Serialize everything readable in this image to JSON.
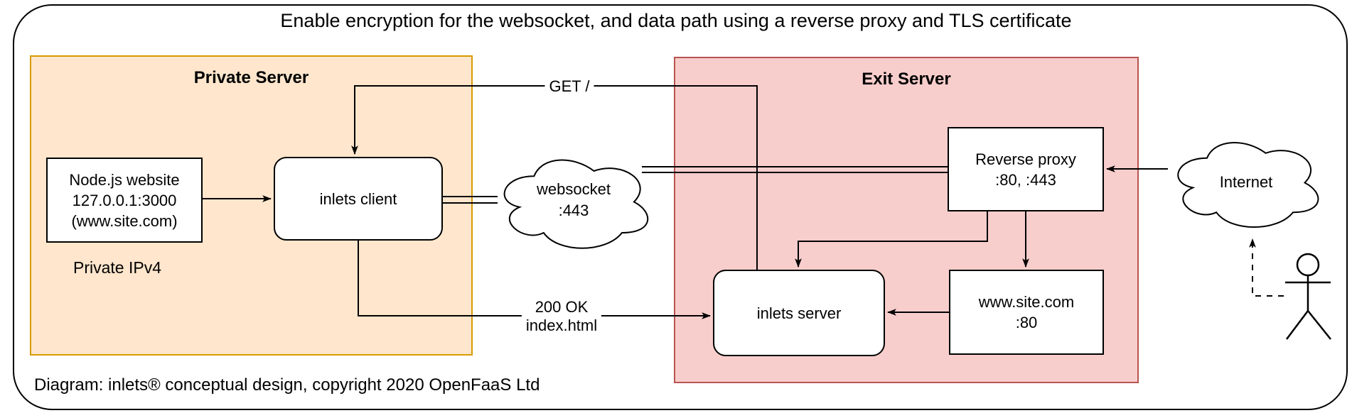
{
  "title": "Enable encryption for the websocket, and data path using a reverse proxy and TLS certificate",
  "footer": "Diagram: inlets® conceptual design, copyright 2020 OpenFaaS Ltd",
  "colors": {
    "private_server_fill": "#FFE6CC",
    "private_server_border": "#D79B00",
    "exit_server_fill": "#F8CECC",
    "exit_server_border": "#B85450",
    "line": "#000000",
    "node_fill": "#FFFFFF"
  },
  "groups": {
    "private_server": {
      "label": "Private Server",
      "note": "Private IPv4"
    },
    "exit_server": {
      "label": "Exit Server"
    }
  },
  "nodes": {
    "nodejs_website": {
      "line1": "Node.js website",
      "line2": "127.0.0.1:3000",
      "line3": "(www.site.com)"
    },
    "inlets_client": {
      "label": "inlets client"
    },
    "websocket_cloud": {
      "line1": "websocket",
      "line2": ":443"
    },
    "reverse_proxy": {
      "line1": "Reverse proxy",
      "line2": ":80, :443"
    },
    "inlets_server": {
      "label": "inlets server"
    },
    "www_site": {
      "line1": "www.site.com",
      "line2": ":80"
    },
    "internet_cloud": {
      "label": "Internet"
    }
  },
  "edge_labels": {
    "get_request": "GET /",
    "response_line1": "200 OK",
    "response_line2": "index.html"
  }
}
